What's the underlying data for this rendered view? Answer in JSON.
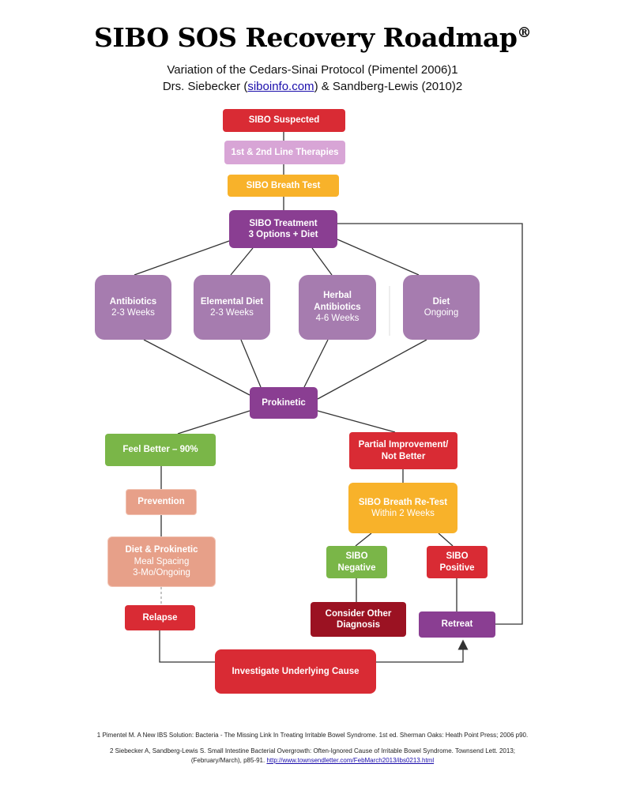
{
  "title": "SIBO SOS Recovery Roadmap",
  "title_mark": "®",
  "subtitle_line1": "Variation of the Cedars-Sinai Protocol (Pimentel 2006)1",
  "subtitle_line2_pre": "Drs. Siebecker (",
  "subtitle_line2_link": "siboinfo.com",
  "subtitle_line2_post": ") & Sandberg-Lewis (2010)2",
  "nodes": {
    "sibo_suspected": "SIBO Suspected",
    "line_therapies": "1st & 2nd Line Therapies",
    "breath_test": "SIBO Breath Test",
    "treatment_l1": "SIBO Treatment",
    "treatment_l2": "3 Options + Diet",
    "antibiotics": "Antibiotics",
    "antibiotics_dur": "2-3 Weeks",
    "elemental": "Elemental Diet",
    "elemental_dur": "2-3 Weeks",
    "herbal_l1": "Herbal",
    "herbal_l2": "Antibiotics",
    "herbal_dur": "4-6 Weeks",
    "diet": "Diet",
    "diet_dur": "Ongoing",
    "prokinetic": "Prokinetic",
    "feel_better": "Feel Better – 90%",
    "partial_l1": "Partial Improvement/",
    "partial_l2": "Not Better",
    "prevention": "Prevention",
    "diet_prokinetic": "Diet & Prokinetic",
    "meal_spacing": "Meal Spacing",
    "mo_ongoing": "3-Mo/Ongoing",
    "retest": "SIBO Breath Re-Test",
    "retest_dur": "Within 2 Weeks",
    "negative_l1": "SIBO",
    "negative_l2": "Negative",
    "positive_l1": "SIBO",
    "positive_l2": "Positive",
    "relapse": "Relapse",
    "consider_l1": "Consider Other",
    "consider_l2": "Diagnosis",
    "retreat": "Retreat",
    "investigate": "Investigate Underlying Cause"
  },
  "colors": {
    "red": "#d92b34",
    "dark_red": "#9b1222",
    "lilac": "#d8a5d6",
    "orange": "#f8b22a",
    "purple": "#8a3e92",
    "mauve": "#a67caf",
    "green": "#7ab648",
    "salmon": "#e7a089"
  },
  "footnote1": "1 Pimentel M. A New IBS Solution: Bacteria - The Missing Link In Treating Irritable Bowel Syndrome. 1st ed. Sherman Oaks: Heath Point Press; 2006 p90.",
  "footnote2_l1": "2 Siebecker A, Sandberg-Lewis S. Small Intestine Bacterial Overgrowth: Often-Ignored Cause of Irritable Bowel Syndrome. Townsend Lett. 2013;",
  "footnote2_l2_pre": "(February/March), p85-91. ",
  "footnote2_link": "http://www.townsendletter.com/FebMarch2013/ibs0213.html"
}
